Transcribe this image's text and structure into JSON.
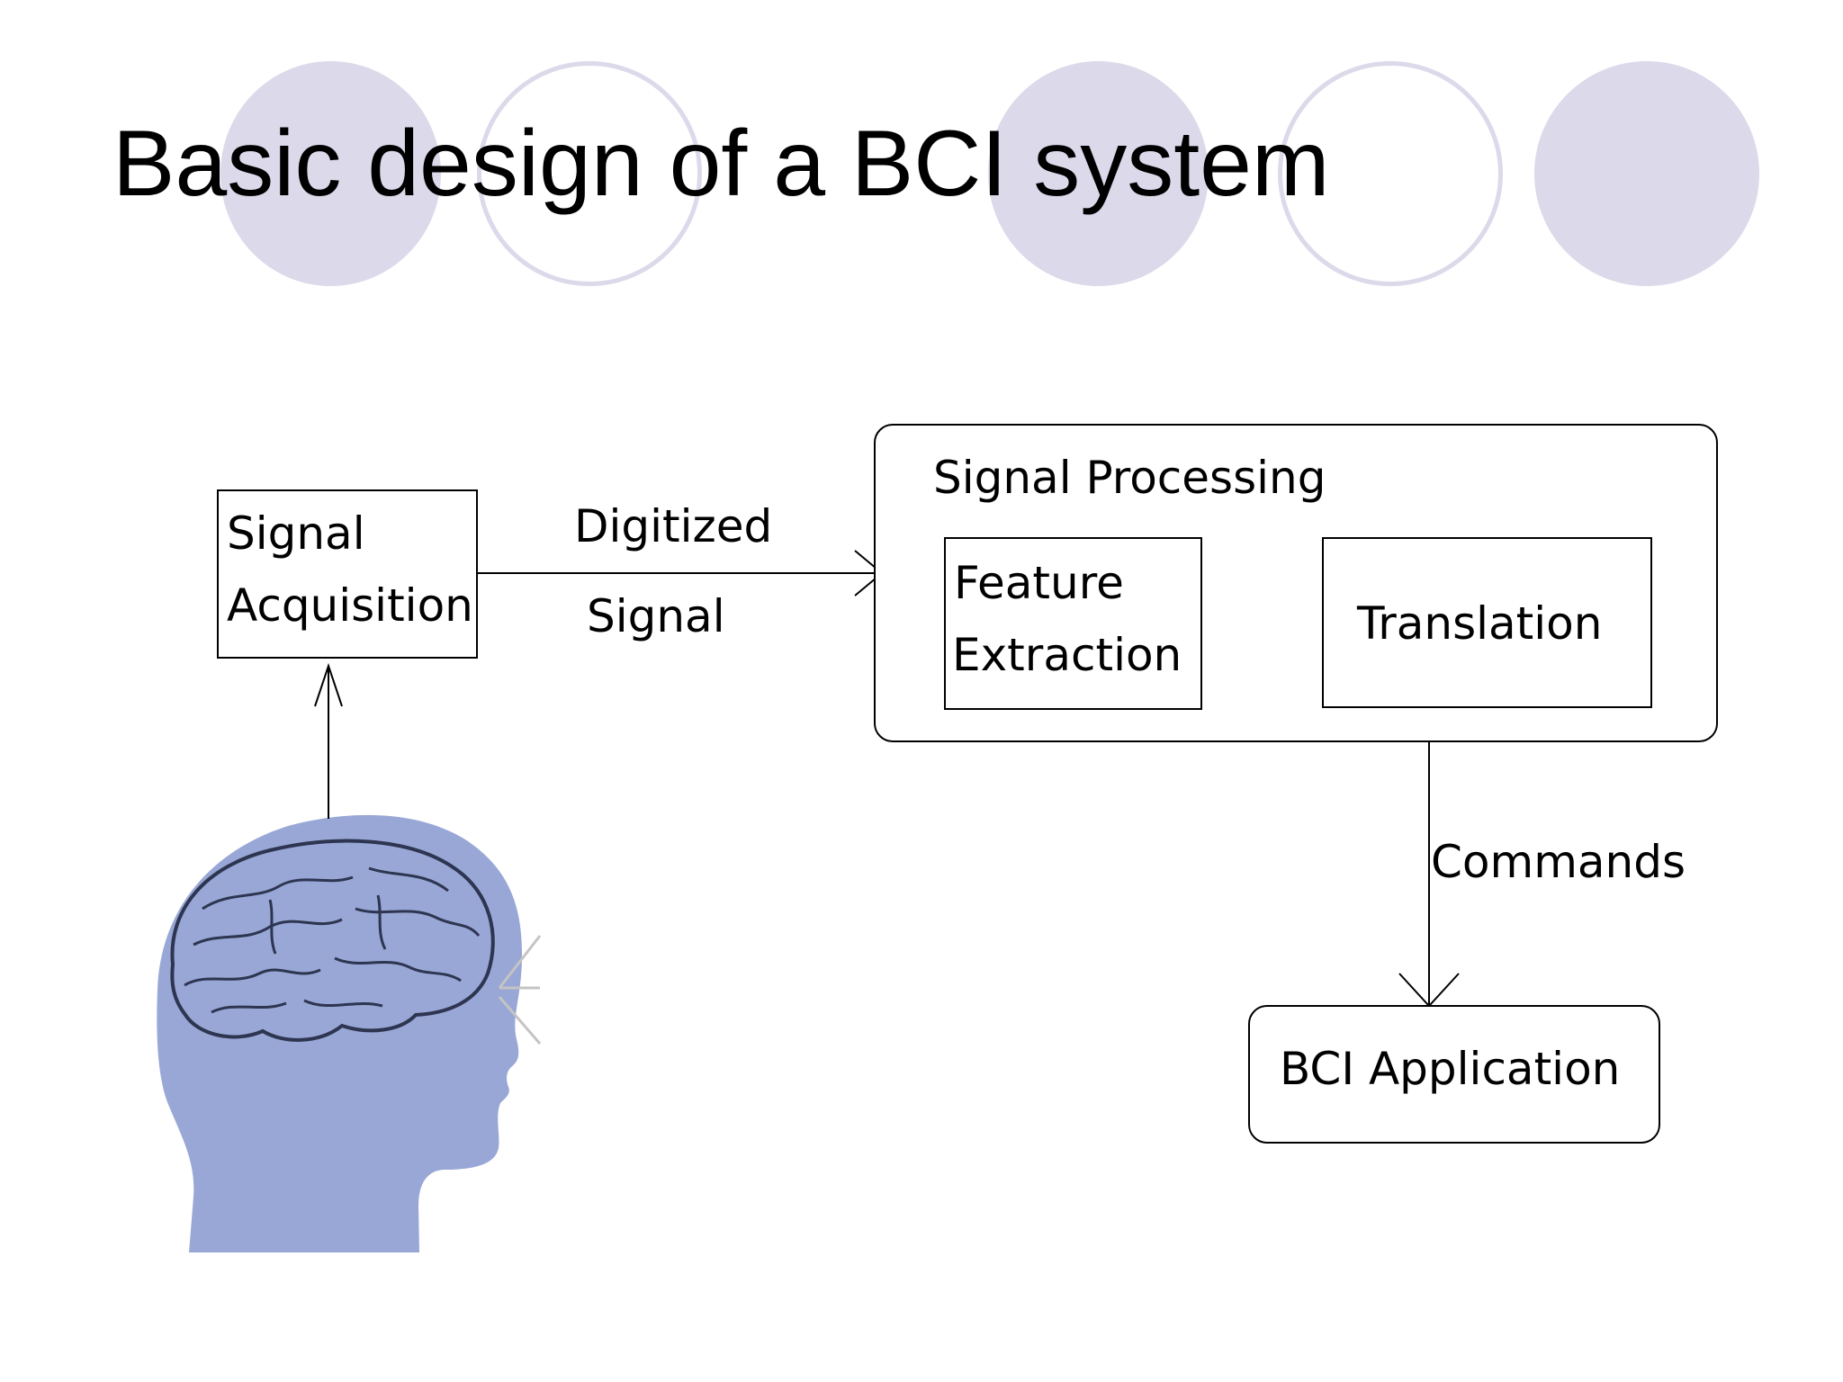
{
  "slide": {
    "title": "Basic design of a BCI system"
  },
  "diagram": {
    "signal_acquisition": {
      "line1": "Signal",
      "line2": "Acquisition"
    },
    "digitized_signal": {
      "line1": "Digitized",
      "line2": "Signal"
    },
    "signal_processing": {
      "label": "Signal Processing"
    },
    "feature_extraction": {
      "line1": "Feature",
      "line2": "Extraction"
    },
    "translation": {
      "label": "Translation"
    },
    "commands": {
      "label": "Commands"
    },
    "bci_application": {
      "label": "BCI Application"
    }
  },
  "colors": {
    "decor_circle": "#dcd9ea",
    "head": "#98a7d6"
  }
}
